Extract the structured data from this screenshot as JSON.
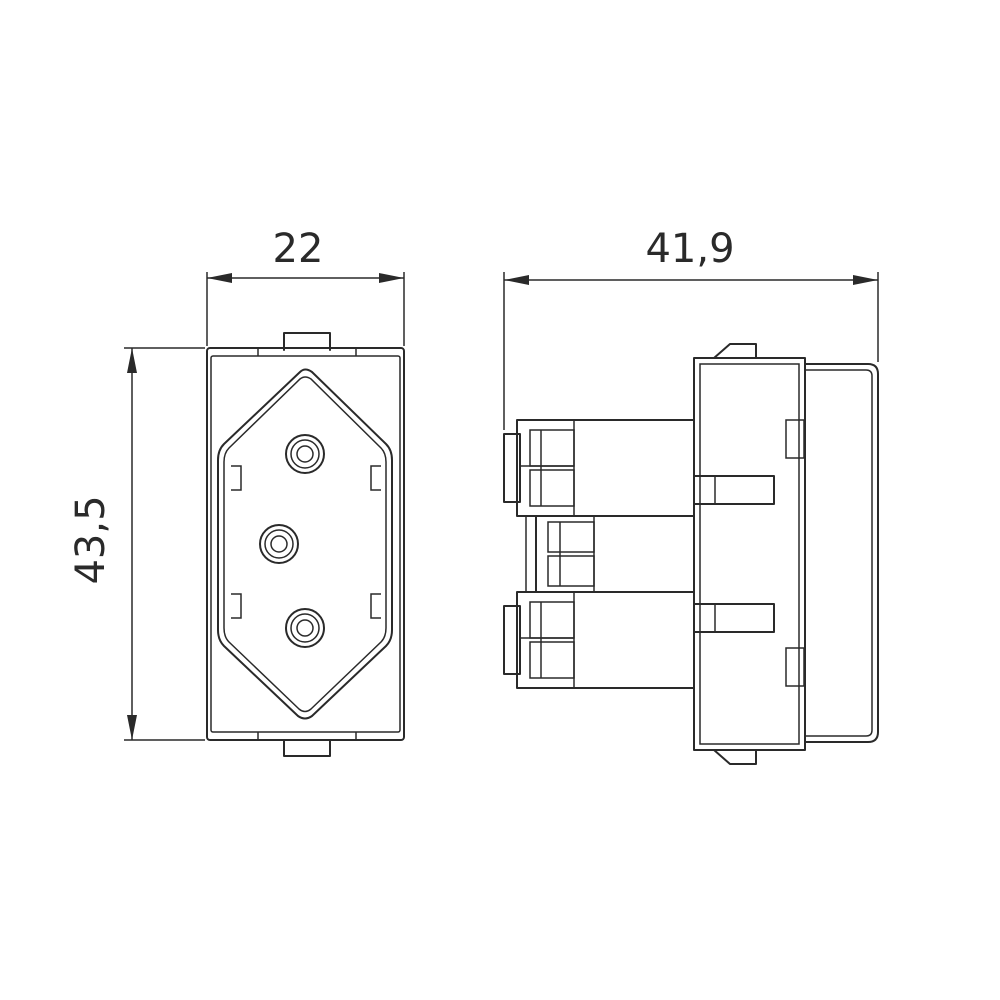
{
  "dimensions": {
    "width": "22",
    "depth": "41,9",
    "height": "43,5"
  },
  "colors": {
    "line": "#2a2a2a",
    "background": "#ffffff"
  }
}
